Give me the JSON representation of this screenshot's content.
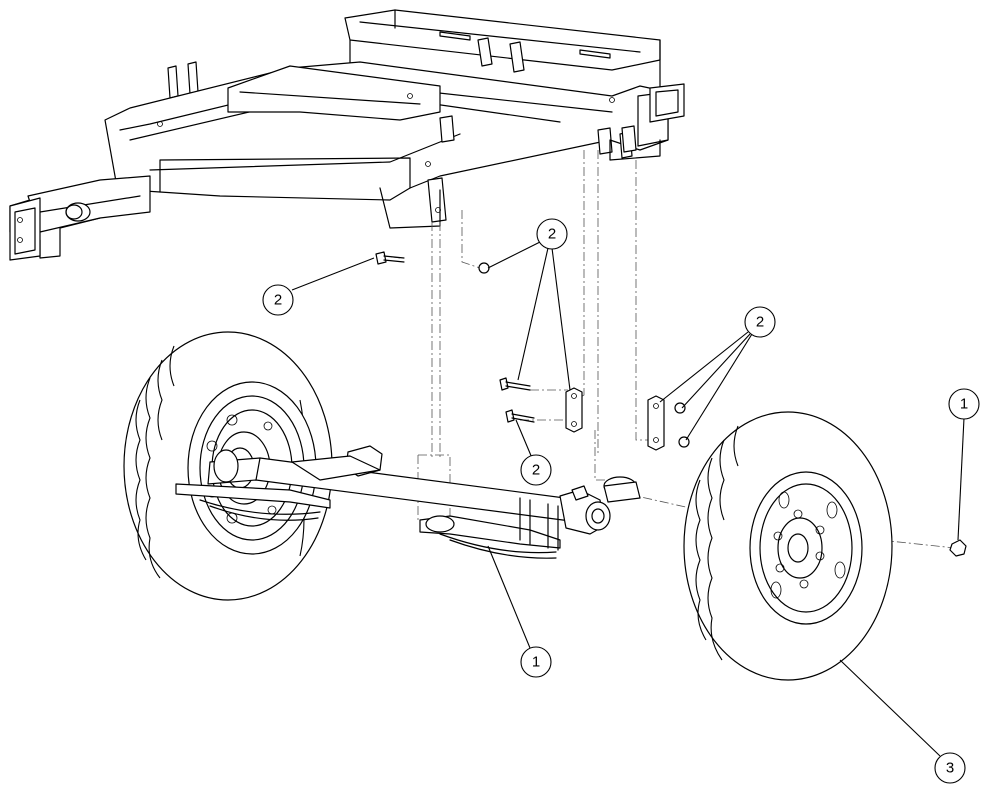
{
  "callouts": [
    {
      "id": "callout-1-axle",
      "label": "1"
    },
    {
      "id": "callout-1-nut",
      "label": "1"
    },
    {
      "id": "callout-2-bolt-left",
      "label": "2"
    },
    {
      "id": "callout-2-hangers",
      "label": "2"
    },
    {
      "id": "callout-2-shackle-right",
      "label": "2"
    },
    {
      "id": "callout-2-bolts-lower",
      "label": "2"
    },
    {
      "id": "callout-3-wheel",
      "label": "3"
    }
  ]
}
